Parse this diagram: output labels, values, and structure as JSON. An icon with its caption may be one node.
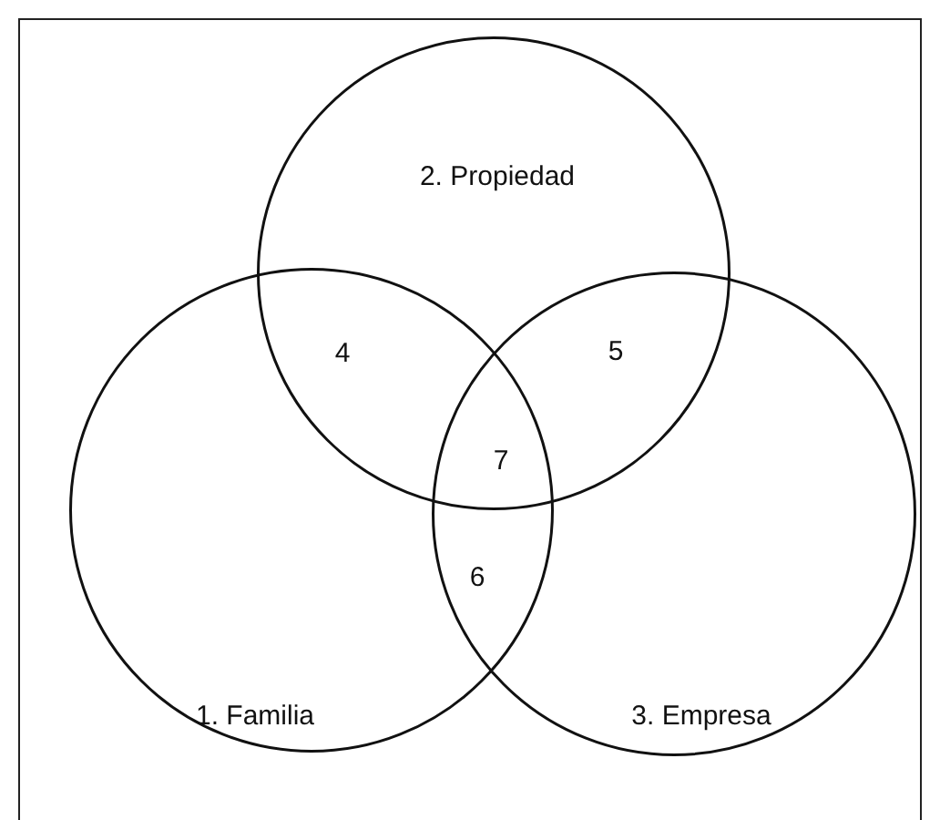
{
  "diagram": {
    "nodes": [
      {
        "text": [
          "2. Propiedad"
        ]
      },
      {
        "text": [
          "1. Familia"
        ]
      },
      {
        "text": [
          "3. Empresa"
        ]
      }
    ],
    "labels": [
      "4",
      "5",
      "7",
      "6"
    ]
  }
}
